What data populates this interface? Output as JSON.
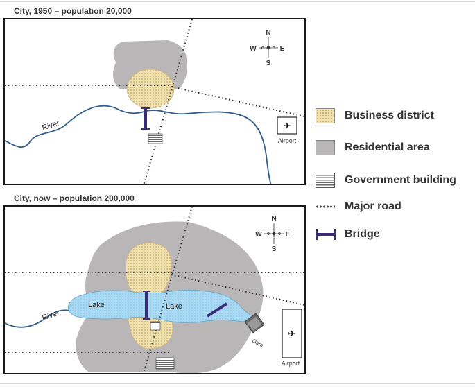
{
  "map1": {
    "title": "City, 1950 – population 20,000",
    "compass": {
      "n": "N",
      "s": "S",
      "e": "E",
      "w": "W"
    },
    "river_label": "River",
    "airport_label": "Airport"
  },
  "map2": {
    "title": "City, now – population 200,000",
    "compass": {
      "n": "N",
      "s": "S",
      "e": "E",
      "w": "W"
    },
    "river_label": "River",
    "lake_left_label": "Lake",
    "lake_right_label": "Lake",
    "dam_label": "Dam",
    "airport_label": "Airport"
  },
  "legend": {
    "business": "Business district",
    "residential": "Residential area",
    "government": "Government building",
    "road": "Major road",
    "bridge": "Bridge"
  },
  "colors": {
    "business": "#efe1b0",
    "residential": "#b9b6b7",
    "river": "#2f5d8c",
    "lake": "#a9d9f3",
    "bridge": "#3c2a7a"
  }
}
